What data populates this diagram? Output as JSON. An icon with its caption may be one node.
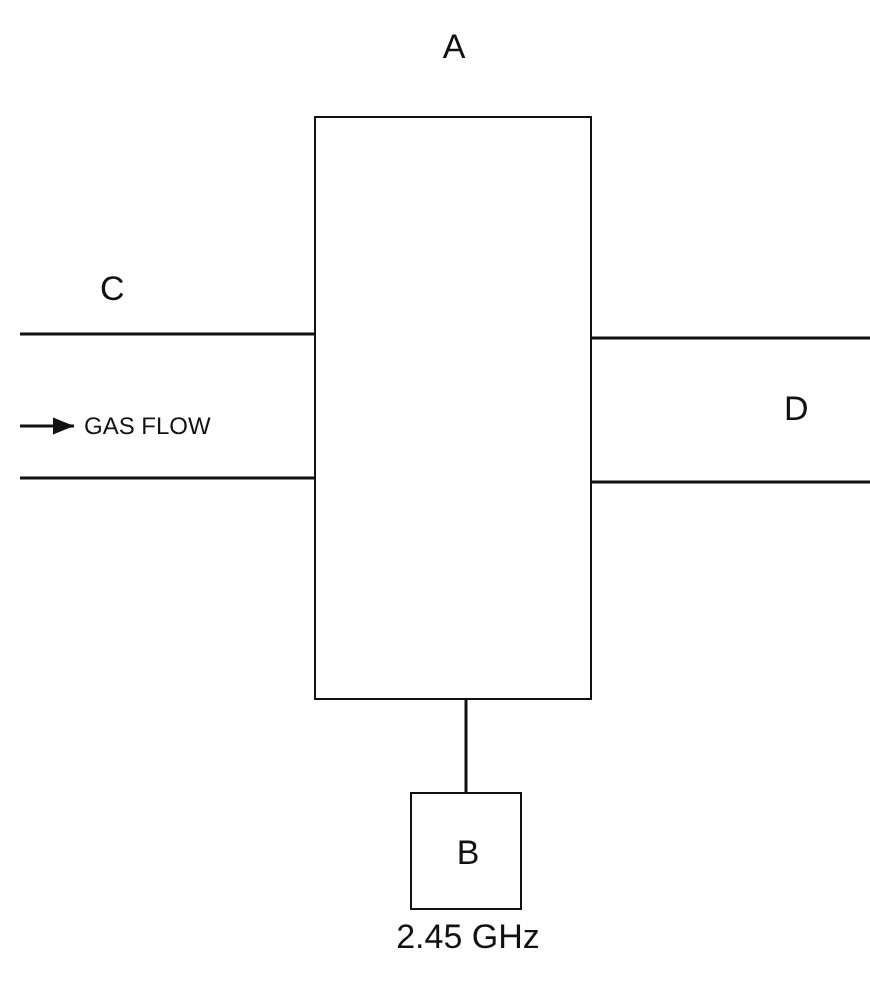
{
  "diagram": {
    "nodes": [
      {
        "text": [
          "A"
        ]
      },
      {
        "text": [
          "B"
        ],
        "beside": [
          "2.45 GHz"
        ]
      }
    ],
    "edges": [
      {
        "from": 0,
        "to": 1,
        "arrow": "none"
      }
    ],
    "labels": [
      "C",
      "GAS FLOW",
      "D"
    ]
  }
}
